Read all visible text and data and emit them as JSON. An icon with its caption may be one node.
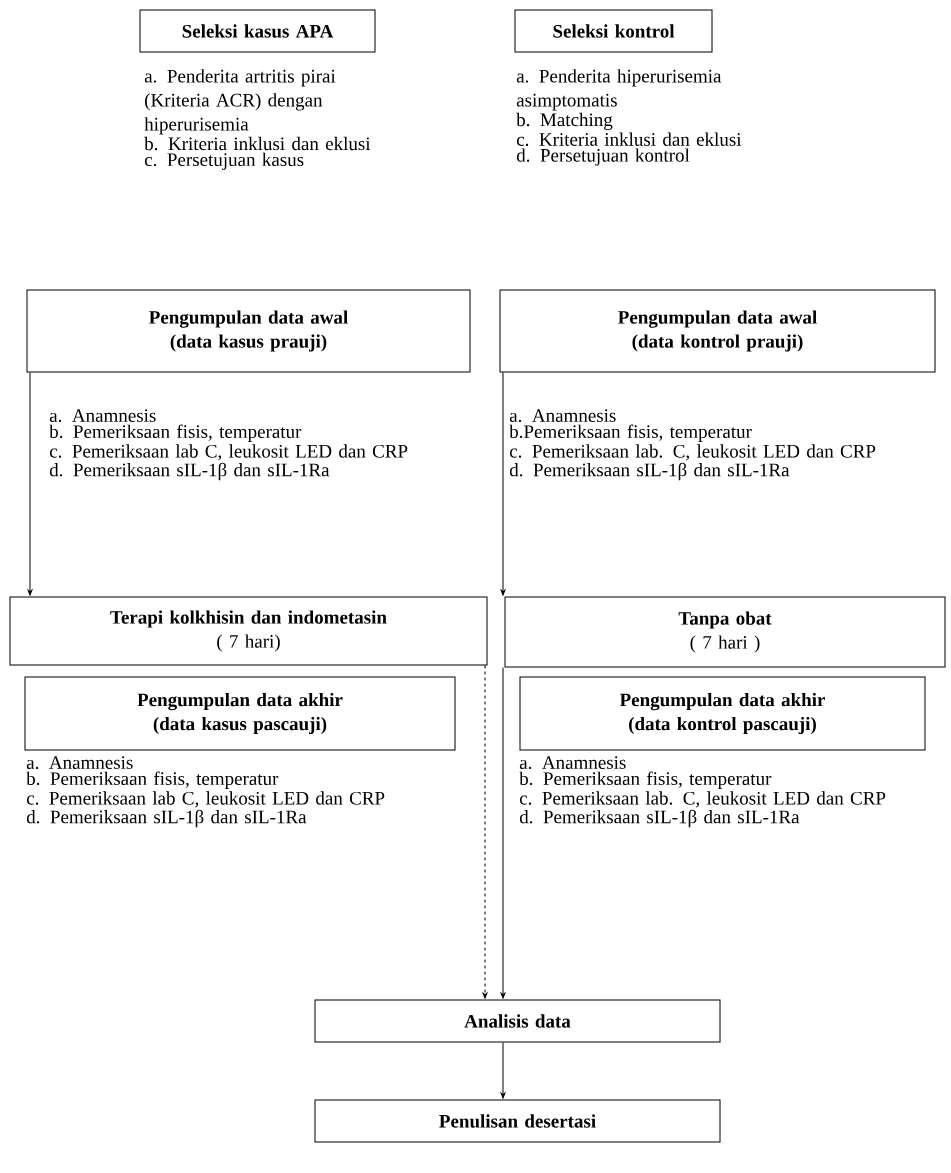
{
  "diagram": {
    "nodes": [
      {
        "text": [
          "Seleksi kasus APA"
        ]
      },
      {
        "text": [
          "Seleksi kontrol"
        ]
      },
      {
        "text": [
          "Pengumpulan data awal (data kasus prauji)"
        ]
      },
      {
        "text": [
          "Pengumpulan data awal (data kontrol prauji)"
        ]
      },
      {
        "text": [
          "Terapi kolkhisin dan indometasin",
          "( 7 hari)"
        ]
      },
      {
        "text": [
          "Tanpa obat",
          "( 7 hari )"
        ]
      },
      {
        "text": [
          "Pengumpulan data akhir (data kasus pascauji)"
        ]
      },
      {
        "text": [
          "Pengumpulan data akhir (data kontrol pascauji)"
        ]
      },
      {
        "text": [
          "Analisis data"
        ]
      },
      {
        "text": [
          "Penulisan desertasi"
        ]
      }
    ],
    "edges": [
      {
        "from": 2,
        "to": 4,
        "arrow": "to"
      },
      {
        "from": 3,
        "to": 5,
        "arrow": "to"
      },
      {
        "from": 4,
        "to": 8,
        "arrow": "to",
        "style": "dashed"
      },
      {
        "from": 5,
        "to": 8,
        "arrow": "to"
      },
      {
        "from": 8,
        "to": 9,
        "arrow": "to"
      }
    ],
    "labels": [
      "a. Penderita artritis pirai (Kriteria ACR) dengan hiperurisemia",
      "b. Kriteria inklusi dan eklusi",
      "c. Persetujuan kasus",
      "a. Penderita hiperurisemia asimptomatis",
      "b. Matching",
      "c. Kriteria inklusi dan eklusi",
      "d. Persetujuan kontrol",
      "a. Anamnesis",
      "b. Pemeriksaan fisis, temperatur",
      "c. Pemeriksaan lab C, leukosit LED dan CRP",
      "d. Pemeriksaan sIL-1β dan sIL-1Ra",
      "a. Anamnesis",
      "b.Pemeriksaan fisis, temperatur",
      "c. Pemeriksaan lab. C, leukosit LED dan CRP",
      "d. Pemeriksaan sIL-1β dan sIL-1Ra",
      "a. Anamnesis",
      "b. Pemeriksaan fisis, temperatur",
      "c. Pemeriksaan lab C, leukosit LED dan CRP",
      "d. Pemeriksaan sIL-1β dan sIL-1Ra",
      "a. Anamnesis",
      "b. Pemeriksaan fisis, temperatur",
      "c. Pemeriksaan lab. C, leukosit LED dan CRP",
      "d. Pemeriksaan sIL-1β dan sIL-1Ra"
    ]
  }
}
